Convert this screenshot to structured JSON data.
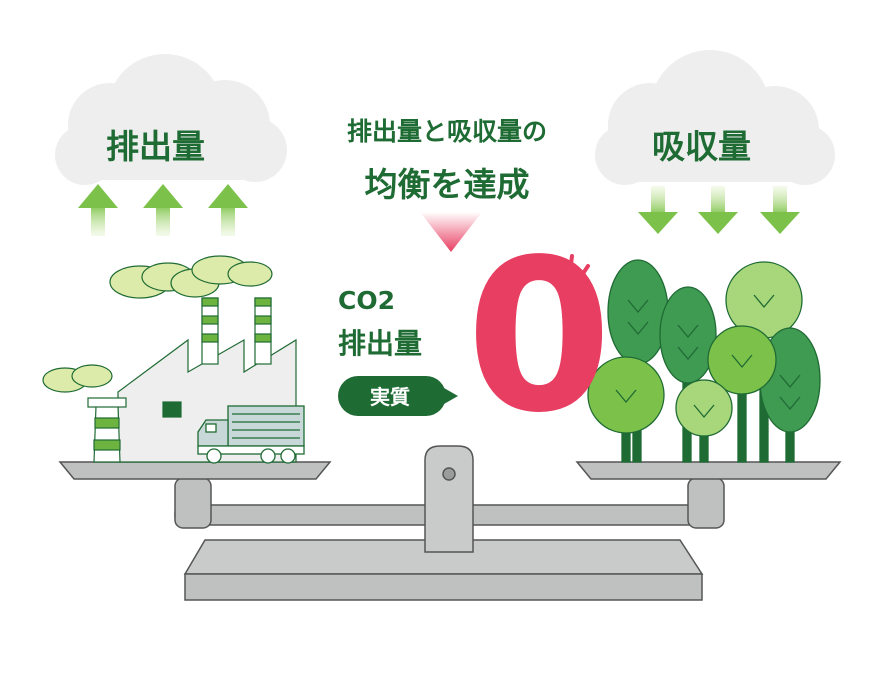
{
  "emission_label": "排出量",
  "absorption_label": "吸収量",
  "headline": {
    "line1": "排出量と吸収量の",
    "line2": "均衡を達成"
  },
  "co2_label": "CO2",
  "co2_sub_label": "排出量",
  "badge_label": "実質",
  "zero_value": "0",
  "colors": {
    "dark_green": "#1f6b34",
    "mid_green": "#6db33f",
    "light_green": "#c8e6a0",
    "accent_pink": "#e83e62",
    "scale_grey": "#bfc0c0",
    "cloud_grey": "#eeeeee"
  }
}
